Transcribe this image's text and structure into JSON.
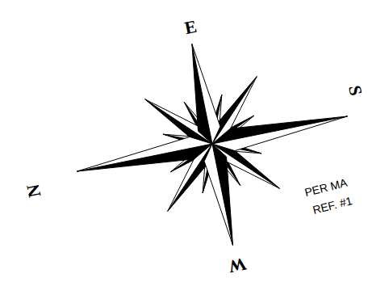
{
  "diagram": {
    "labels": [
      "E",
      "N",
      "W",
      "S",
      "PER MA",
      "REF. #1"
    ]
  }
}
